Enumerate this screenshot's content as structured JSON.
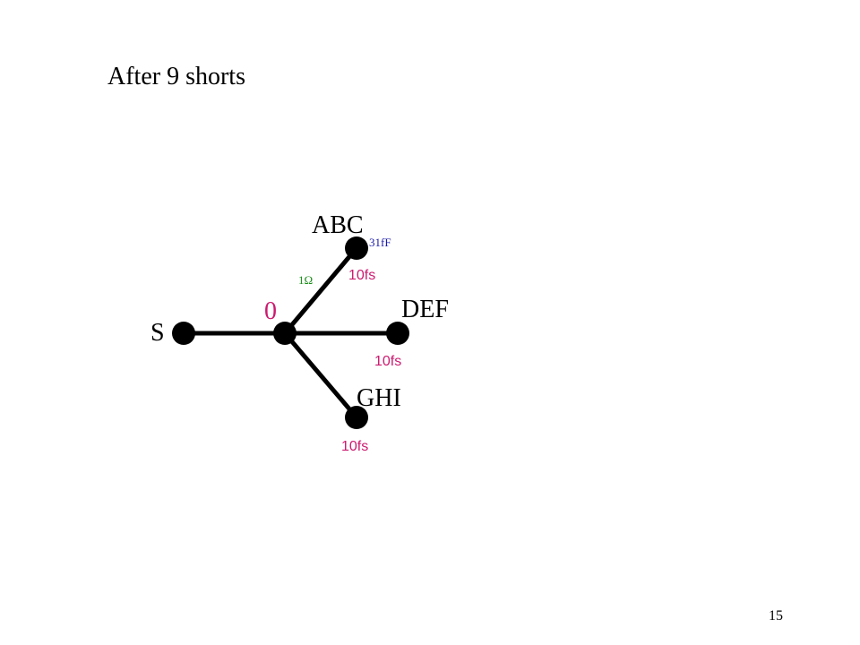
{
  "title": "After 9 shorts",
  "page_number": "15",
  "colors": {
    "text": "#000000",
    "delay_label": "#cc1a6f",
    "capacitance_label": "#1a1aa8",
    "resistance_label": "#1a8c1a",
    "node": "#000000",
    "wire": "#000000"
  },
  "diagram": {
    "nodes": [
      {
        "id": "S",
        "label": "S"
      },
      {
        "id": "center",
        "label": "0"
      },
      {
        "id": "ABC",
        "label": "ABC"
      },
      {
        "id": "DEF",
        "label": "DEF"
      },
      {
        "id": "GHI",
        "label": "GHI"
      }
    ],
    "edges": [
      {
        "from": "S",
        "to": "center"
      },
      {
        "from": "center",
        "to": "ABC"
      },
      {
        "from": "center",
        "to": "DEF"
      },
      {
        "from": "center",
        "to": "GHI"
      }
    ],
    "annotations": {
      "abc_capacitance": "31fF",
      "abc_resistance": "1Ω",
      "abc_delay": "10fs",
      "def_delay": "10fs",
      "ghi_delay": "10fs"
    }
  }
}
